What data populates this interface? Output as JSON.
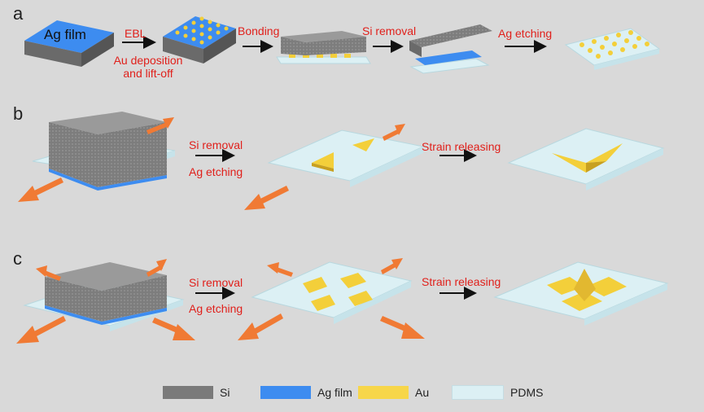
{
  "panels": {
    "a": "a",
    "b": "b",
    "c": "c"
  },
  "row_a": {
    "film_label": "Ag film",
    "step1_top": "EBL",
    "step1_bottom_1": "Au deposition",
    "step1_bottom_2": "and lift-off",
    "step2": "Bonding",
    "step3": "Si removal",
    "step4": "Ag etching"
  },
  "row_b": {
    "step1_line1": "Si removal",
    "step1_line2": "Ag etching",
    "step2": "Strain releasing"
  },
  "row_c": {
    "step1_line1": "Si removal",
    "step1_line2": "Ag etching",
    "step2": "Strain releasing"
  },
  "legend": [
    {
      "label": "Si",
      "color": "#7a7a7a"
    },
    {
      "label": "Ag film",
      "color": "#3d8cf0"
    },
    {
      "label": "Au",
      "color": "#f7d64a"
    },
    {
      "label": "PDMS",
      "color": "#dcf0f4"
    }
  ],
  "colors": {
    "label_red": "#e0201b",
    "arrow_orange": "#f07a34",
    "arrow_black": "#111111"
  }
}
